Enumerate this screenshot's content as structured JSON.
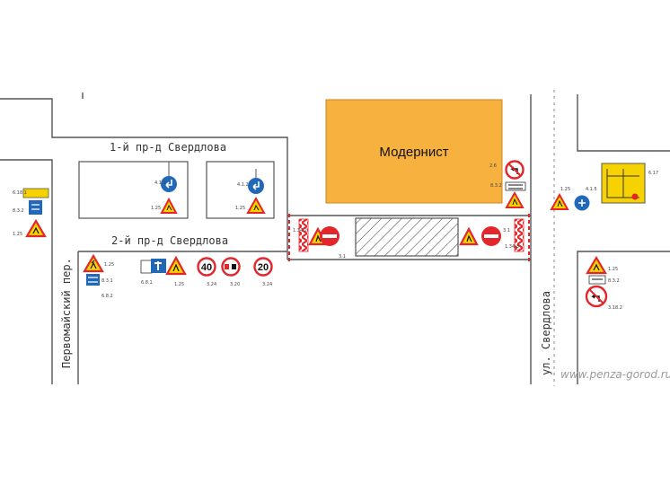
{
  "streets": {
    "proezd1": "1-й пр-д Свердлова",
    "proezd2": "2-й пр-д Свердлова",
    "pervomaisky": "Первомайский пер.",
    "sverdlova": "ул. Свердлова"
  },
  "building": {
    "label": "Модернист",
    "color": "#f6b13f"
  },
  "speed_limits": {
    "first": "40",
    "second": "20"
  },
  "sign_codes": {
    "c_1_25": "1.25",
    "c_8_3_1": "8.3.1",
    "c_8_3_2": "8.3.2",
    "c_6_8_2": "6.8.2",
    "c_6_8_1": "6.8.1",
    "c_3_24": "3.24",
    "c_3_20": "3.20",
    "c_3_1": "3.1",
    "c_4_1_2": "4.1.2",
    "c_1_34_2": "1.34.2",
    "c_1_34_3": "1.34.3",
    "c_3_18_2": "3.18.2",
    "c_4_1_5": "4.1.5",
    "c_6_17": "6.17",
    "c_6_18_1": "6.18.1",
    "c_2_6": "2.6"
  },
  "watermark": "www.penza-gorod.ru",
  "colors": {
    "sign_red": "#e3262b",
    "sign_blue": "#2169b8",
    "sign_yellow": "#f6d300",
    "road_line": "#555555"
  },
  "icons": {
    "roadworks": "roadworks-warning-icon",
    "no_entry": "no-entry-icon",
    "direction": "direction-arrow-icon",
    "speed_limit": "speed-limit-icon",
    "no_overtaking": "no-overtaking-icon",
    "no_left_turn": "no-left-turn-icon"
  }
}
